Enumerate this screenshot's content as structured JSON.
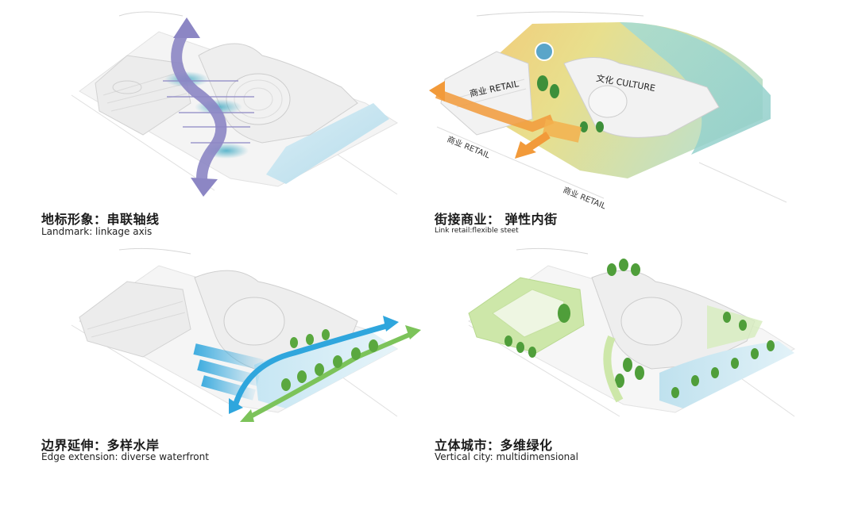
{
  "panels": [
    {
      "title": "地标形象：串联轴线",
      "subtitle": "Landmark: linkage axis"
    },
    {
      "title": "街接商业：  弹性内街",
      "subtitle": "Link retail:flexible steet",
      "labels": {
        "retail_building": "商业 RETAIL",
        "culture_building": "文化 CULTURE",
        "street_left": "商业 RETAIL",
        "street_bottom": "商业 RETAIL"
      }
    },
    {
      "title": "边界延伸：多样水岸",
      "subtitle": "Edge extension: diverse waterfront"
    },
    {
      "title": "立体城市：多维绿化",
      "subtitle": "Vertical city: multidimensional"
    }
  ],
  "colors": {
    "axis_purple": "#8c86c4",
    "water_blue": "#b9dcec",
    "retail_orange": "#f29a3a",
    "plaza_yellow": "#e9d98a",
    "green": "#7cc35a",
    "arrow_blue": "#2fa6dd"
  }
}
